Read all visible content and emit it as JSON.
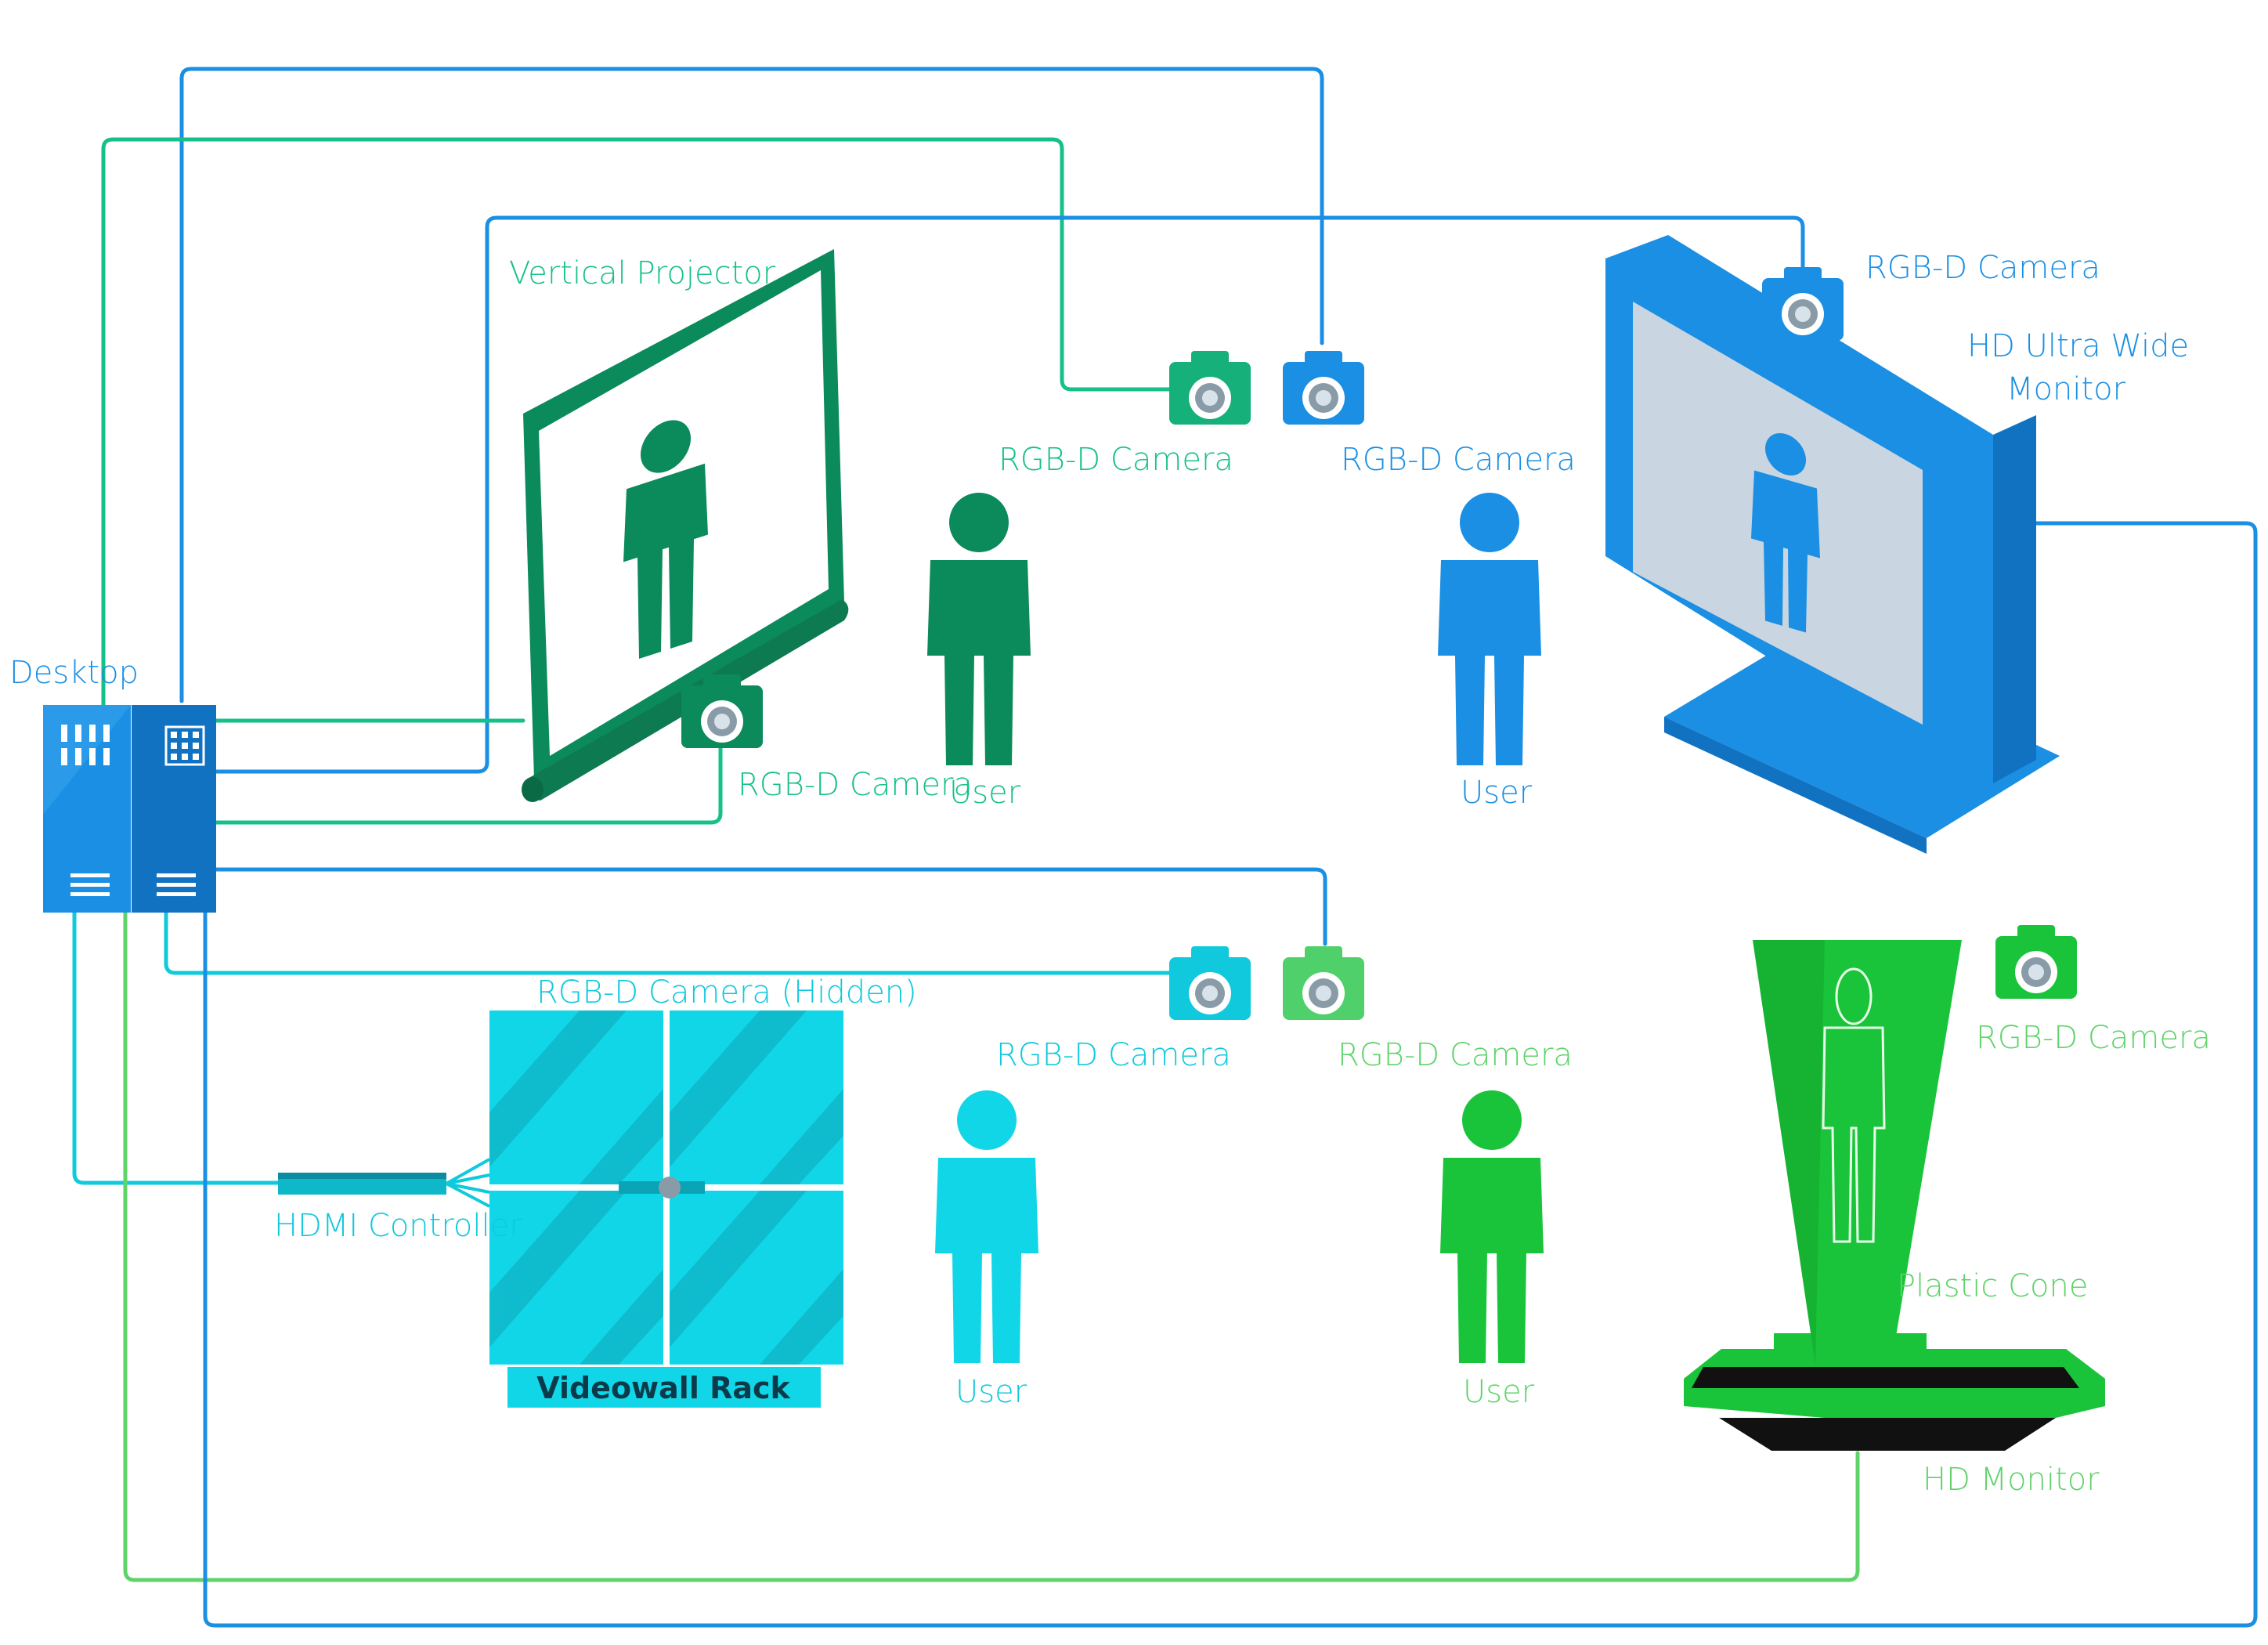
{
  "labels": {
    "desktop": "Desktop",
    "vertical_projector": "Vertical Projector",
    "camera_projector": "RGB-D Camera",
    "camera_top_green": "RGB-D Camera",
    "camera_top_blue": "RGB-D Camera",
    "camera_monitor": "RGB-D Camera",
    "ultra_wide_line1": "HD Ultra Wide",
    "ultra_wide_line2": "Monitor",
    "user_projector": "User",
    "user_monitor": "User",
    "camera_hidden": "RGB-D Camera (Hidden)",
    "camera_cyan": "RGB-D Camera",
    "camera_green_mid": "RGB-D Camera",
    "camera_cone": "RGB-D Camera",
    "hdmi_controller": "HDMI Controller",
    "videowall_rack": "Videowall Rack",
    "user_videowall": "User",
    "user_cone": "User",
    "plastic_cone": "Plastic Cone",
    "hd_monitor": "HD Monitor"
  },
  "colors": {
    "teal_green": "#16c08a",
    "dark_green": "#0b8a5c",
    "blue": "#1a8fe3",
    "cyan": "#10c9dd",
    "bright_green": "#19c43a",
    "light_green": "#5fd36a"
  },
  "icons": [
    "desktop-tower-icon",
    "projector-screen-icon",
    "camera-icon",
    "user-icon",
    "monitor-icon",
    "videowall-icon",
    "hologram-cone-icon",
    "hdmi-splitter-icon"
  ]
}
